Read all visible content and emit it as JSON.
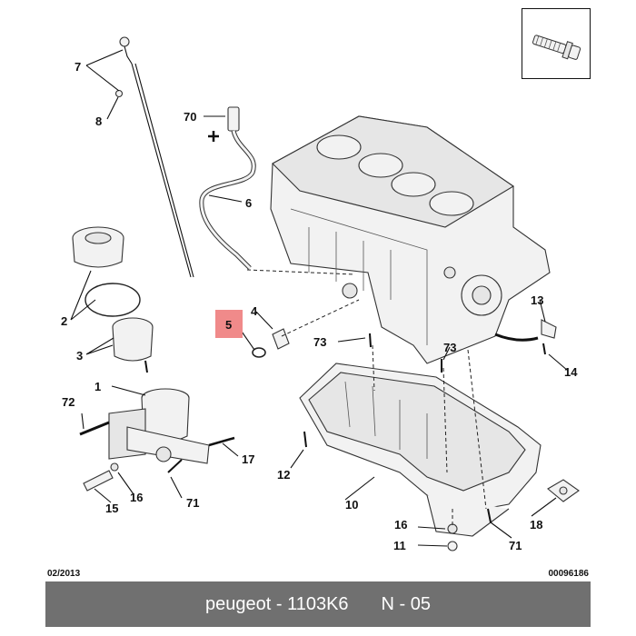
{
  "diagram": {
    "labels": [
      "70",
      "7",
      "8",
      "70",
      "6",
      "2",
      "3",
      "4",
      "5",
      "73",
      "73",
      "13",
      "14",
      "1",
      "72",
      "17",
      "12",
      "16",
      "15",
      "71",
      "10",
      "16",
      "18",
      "11",
      "71"
    ],
    "highlighted_label": "5",
    "highlight_color": "#f08a8a",
    "line_color": "#111111",
    "part_fill": "#f2f2f2"
  },
  "footer": {
    "date": "02/2013",
    "code": "00096186",
    "brand": "peugeot",
    "separator": "-",
    "part_number": "1103K6",
    "page": "N - 05",
    "bar_color": "#707070"
  },
  "icons": [
    "bolt-icon"
  ]
}
